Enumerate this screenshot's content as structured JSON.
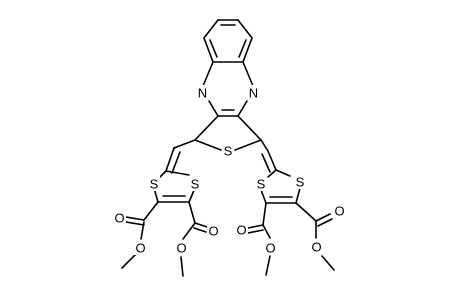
{
  "molecule": {
    "atom_labels": {
      "n1": "N",
      "n2": "N",
      "s_thiophene": "S",
      "s_left_1": "S",
      "s_left_2": "S",
      "s_right_1": "S",
      "s_right_2": "S",
      "o_1": "O",
      "o_2": "O",
      "o_3": "O",
      "o_4": "O",
      "o_5": "O",
      "o_6": "O",
      "o_7": "O",
      "o_8": "O"
    },
    "colors": {
      "bond": "#000000",
      "label": "#000000",
      "background": "#ffffff"
    }
  }
}
